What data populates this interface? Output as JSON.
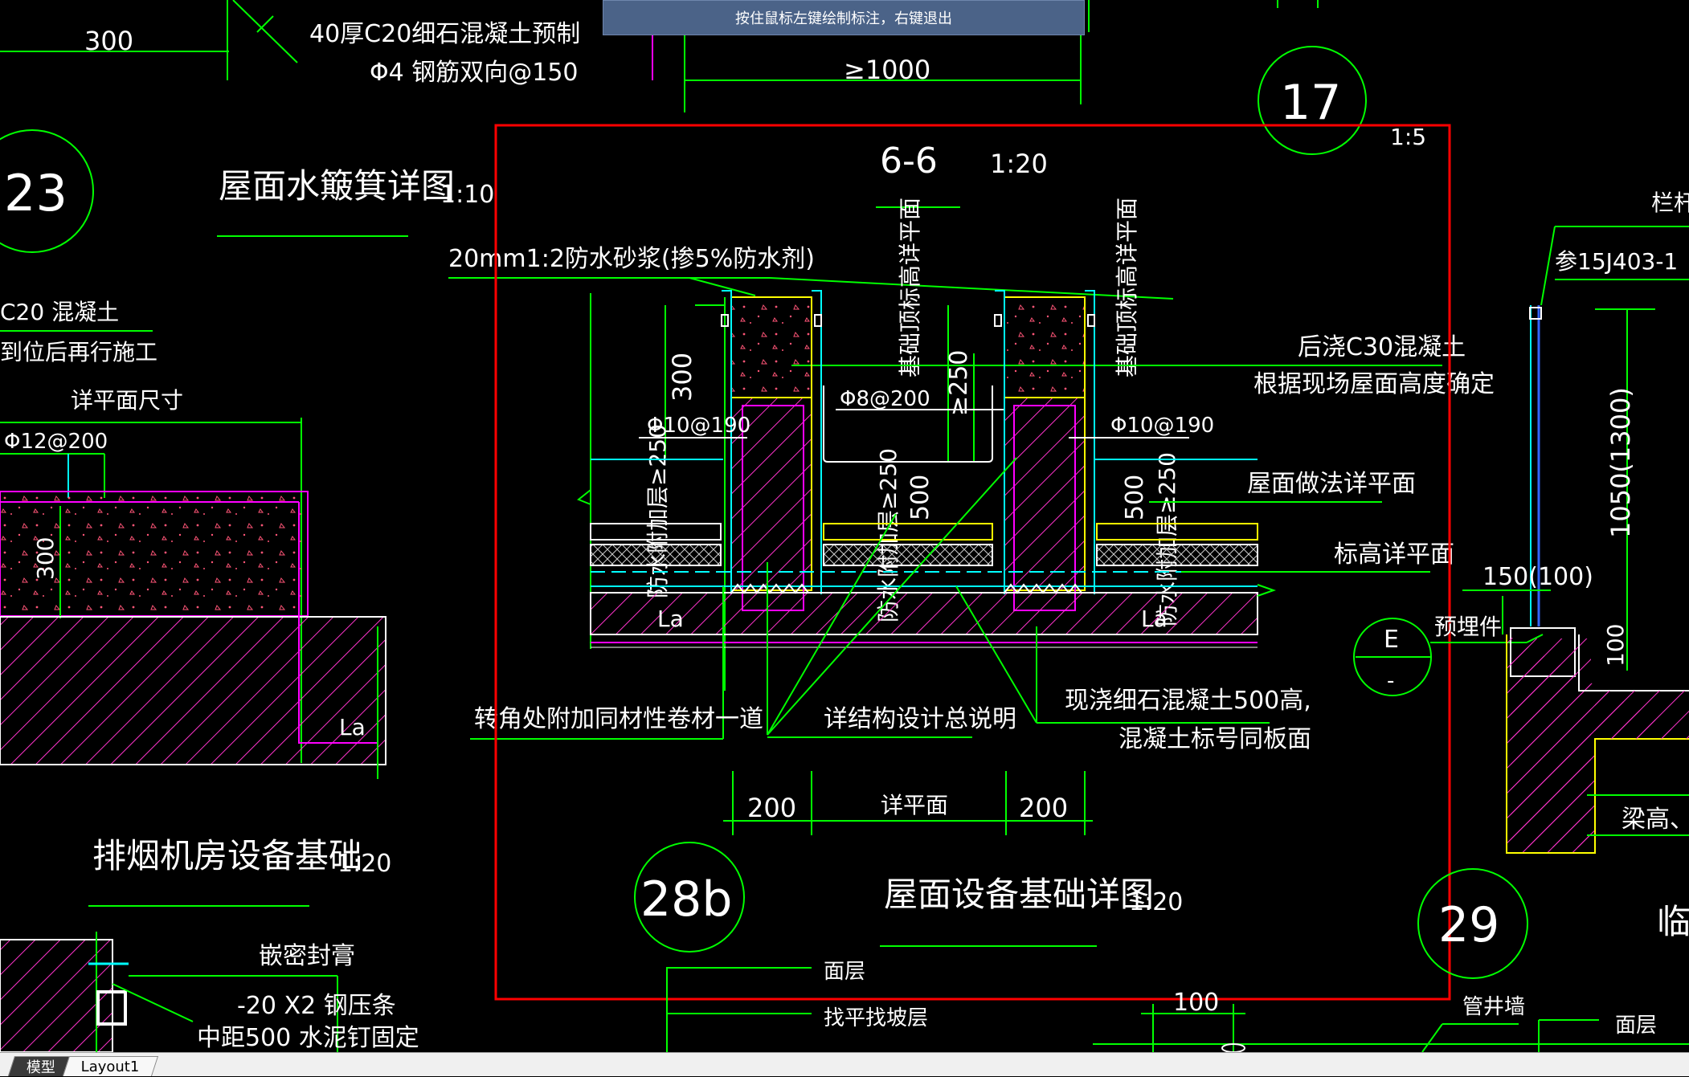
{
  "prompt": "按住鼠标左键绘制标注，右键退出",
  "tabs": [
    {
      "label": "模型",
      "active": true
    },
    {
      "label": "Layout1",
      "active": false
    }
  ],
  "colors": {
    "background": "#000000",
    "dim_line": "#00ff00",
    "text": "#ffffff",
    "circle": "#00ff00",
    "magenta": "#ff00ff",
    "yellow": "#ffff00",
    "cyan": "#00ffff",
    "selection": "#ff0000",
    "banner": "#4b6388"
  },
  "drawing": {
    "top": {
      "dim_300": "300",
      "precast_note_1": "40厚C20细石混凝土预制",
      "precast_note_2": "Φ4 钢筋双向@150",
      "dim_ge1000": "≥1000"
    },
    "detail23": {
      "number": "23",
      "title": "屋面水簸箕详图",
      "scale": "1:10",
      "c20": "C20  混凝土",
      "after": "到位后再行施工",
      "plan_size": "详平面尺寸",
      "rebar": "Φ12@200",
      "dim_300": "300",
      "la": "La"
    },
    "detail_smoke": {
      "title": "排烟机房设备基础",
      "scale": "1:20",
      "sealant": "嵌密封膏",
      "bar": "-20 X2 钢压条",
      "nail": "中距500 水泥钉固定"
    },
    "section66": {
      "label": "6-6",
      "scale": "1:20",
      "mortar": "20mm1:2防水砂浆(掺5%防水剂)",
      "elev_left": "基础顶标高详平面",
      "elev_right": "基础顶标高详平面",
      "c30": "后浇C30混凝土",
      "height": "根据现场屋面高度确定",
      "dim_300": "300",
      "rebar_8": "Φ8@200",
      "ge250_mid": "≥250",
      "rebar_10_left": "Φ10@190",
      "rebar_10_right": "Φ10@190",
      "ge250_left": "防水附加层≥250",
      "ge250_center": "防水附加层≥250",
      "ge250_right": "防水附加层≥250",
      "dim_500_left": "500",
      "dim_500_right": "500",
      "roof_method": "屋面做法详平面",
      "elev_plan": "标高详平面",
      "la_left": "La",
      "la_right": "La",
      "corner": "转角处附加同材性卷材一道",
      "struct": "详结构设计总说明",
      "cast_1": "现浇细石混凝土500高,",
      "cast_2": "混凝土标号同板面",
      "dim_200_left": "200",
      "dim_plan": "详平面",
      "dim_200_right": "200",
      "number": "28b",
      "title": "屋面设备基础详图",
      "title_scale": "1:20"
    },
    "detail17": {
      "number": "17",
      "scale": "1:5"
    },
    "right": {
      "railing": "栏杆",
      "ref": "参15J403-1",
      "height": "1050(1300)",
      "dim_150": "150(100)",
      "embed": "预埋件",
      "dim_100": "100",
      "e": "E",
      "dash": "-",
      "beam": "梁高、梁",
      "number29": "29",
      "lin": "临"
    },
    "bottom": {
      "surface_1": "面层",
      "slope": "找平找坡层",
      "dim_100": "100",
      "pipe_wall": "管井墙",
      "surface_2": "面层"
    }
  }
}
